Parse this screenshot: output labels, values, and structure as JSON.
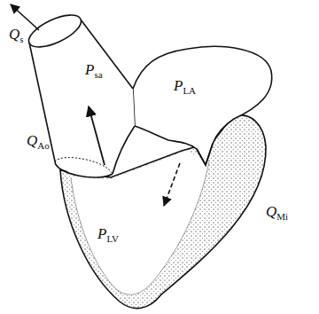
{
  "diagram": {
    "labels": [
      "Qs",
      "Psa",
      "PLA",
      "QAo",
      "PLV",
      "QMi"
    ]
  }
}
